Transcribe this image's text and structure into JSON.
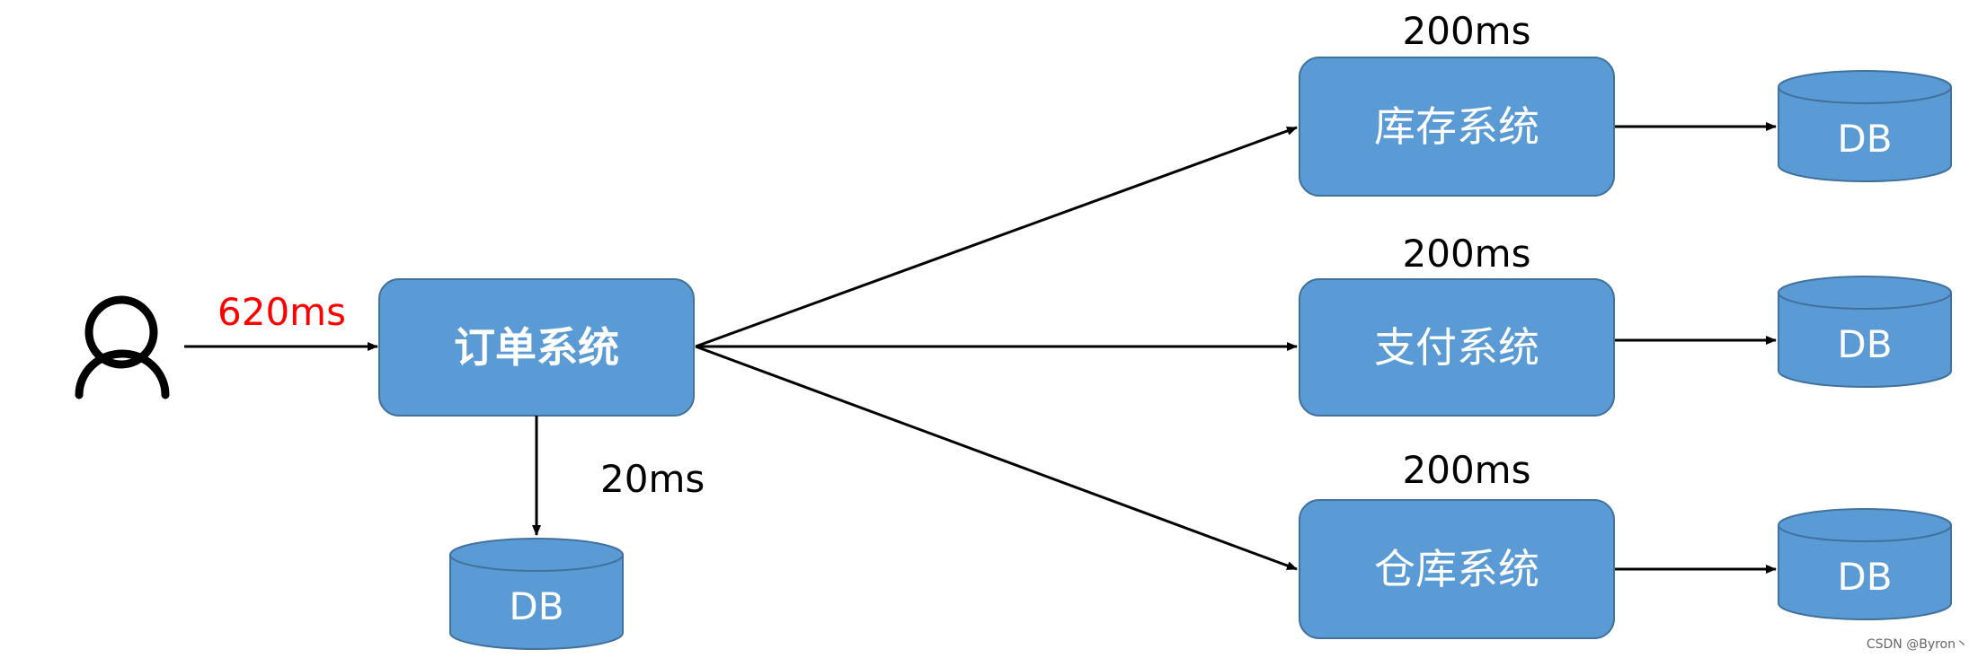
{
  "colors": {
    "box_fill": "#5b9bd5",
    "box_stroke": "#41719c",
    "arrow": "#000000",
    "highlight": "#ff0000",
    "text_on_box": "#ffffff"
  },
  "user": {
    "icon": "user-icon"
  },
  "edges": {
    "user_to_order_latency": "620ms",
    "order_to_db_latency": "20ms"
  },
  "order_system": {
    "label": "订单系统"
  },
  "order_db": {
    "label": "DB"
  },
  "downstream": [
    {
      "label": "库存系统",
      "latency": "200ms",
      "db_label": "DB"
    },
    {
      "label": "支付系统",
      "latency": "200ms",
      "db_label": "DB"
    },
    {
      "label": "仓库系统",
      "latency": "200ms",
      "db_label": "DB"
    }
  ],
  "watermark": "CSDN @Byron丶"
}
